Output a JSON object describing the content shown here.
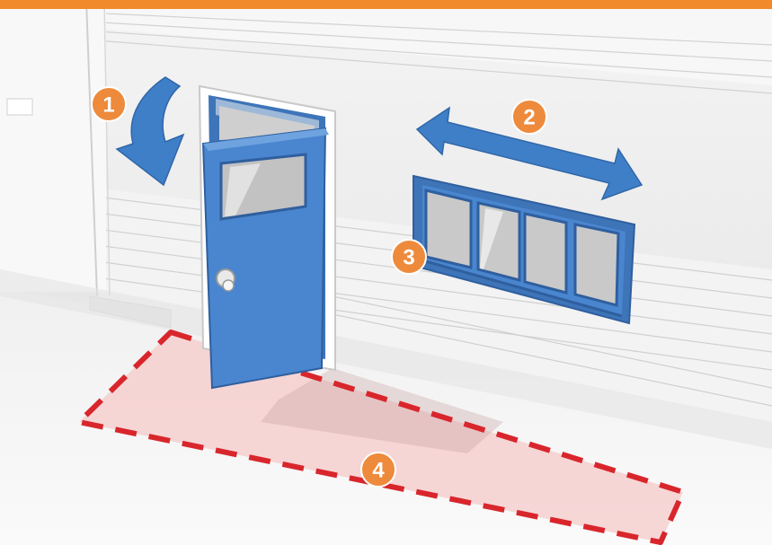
{
  "colors": {
    "top_bar": "#f08a2b",
    "door_blue": "#4a86cf",
    "frame_blue": "#3f78c2",
    "arrow_blue": "#3f7fc8",
    "badge_orange": "#ee8a3b",
    "zone_fill": "#f6c9c9",
    "zone_dash": "#d8262c",
    "wall_gray": "#ececec",
    "ground_gray": "#f3f3f3",
    "glass": "#c9c9c9"
  },
  "icons": {
    "door_swing": "curved-arrow-down-icon",
    "slide": "double-headed-arrow-icon",
    "door_knob": "door-knob-icon"
  },
  "badges": {
    "b1": "1",
    "b2": "2",
    "b3": "3",
    "b4": "4"
  }
}
